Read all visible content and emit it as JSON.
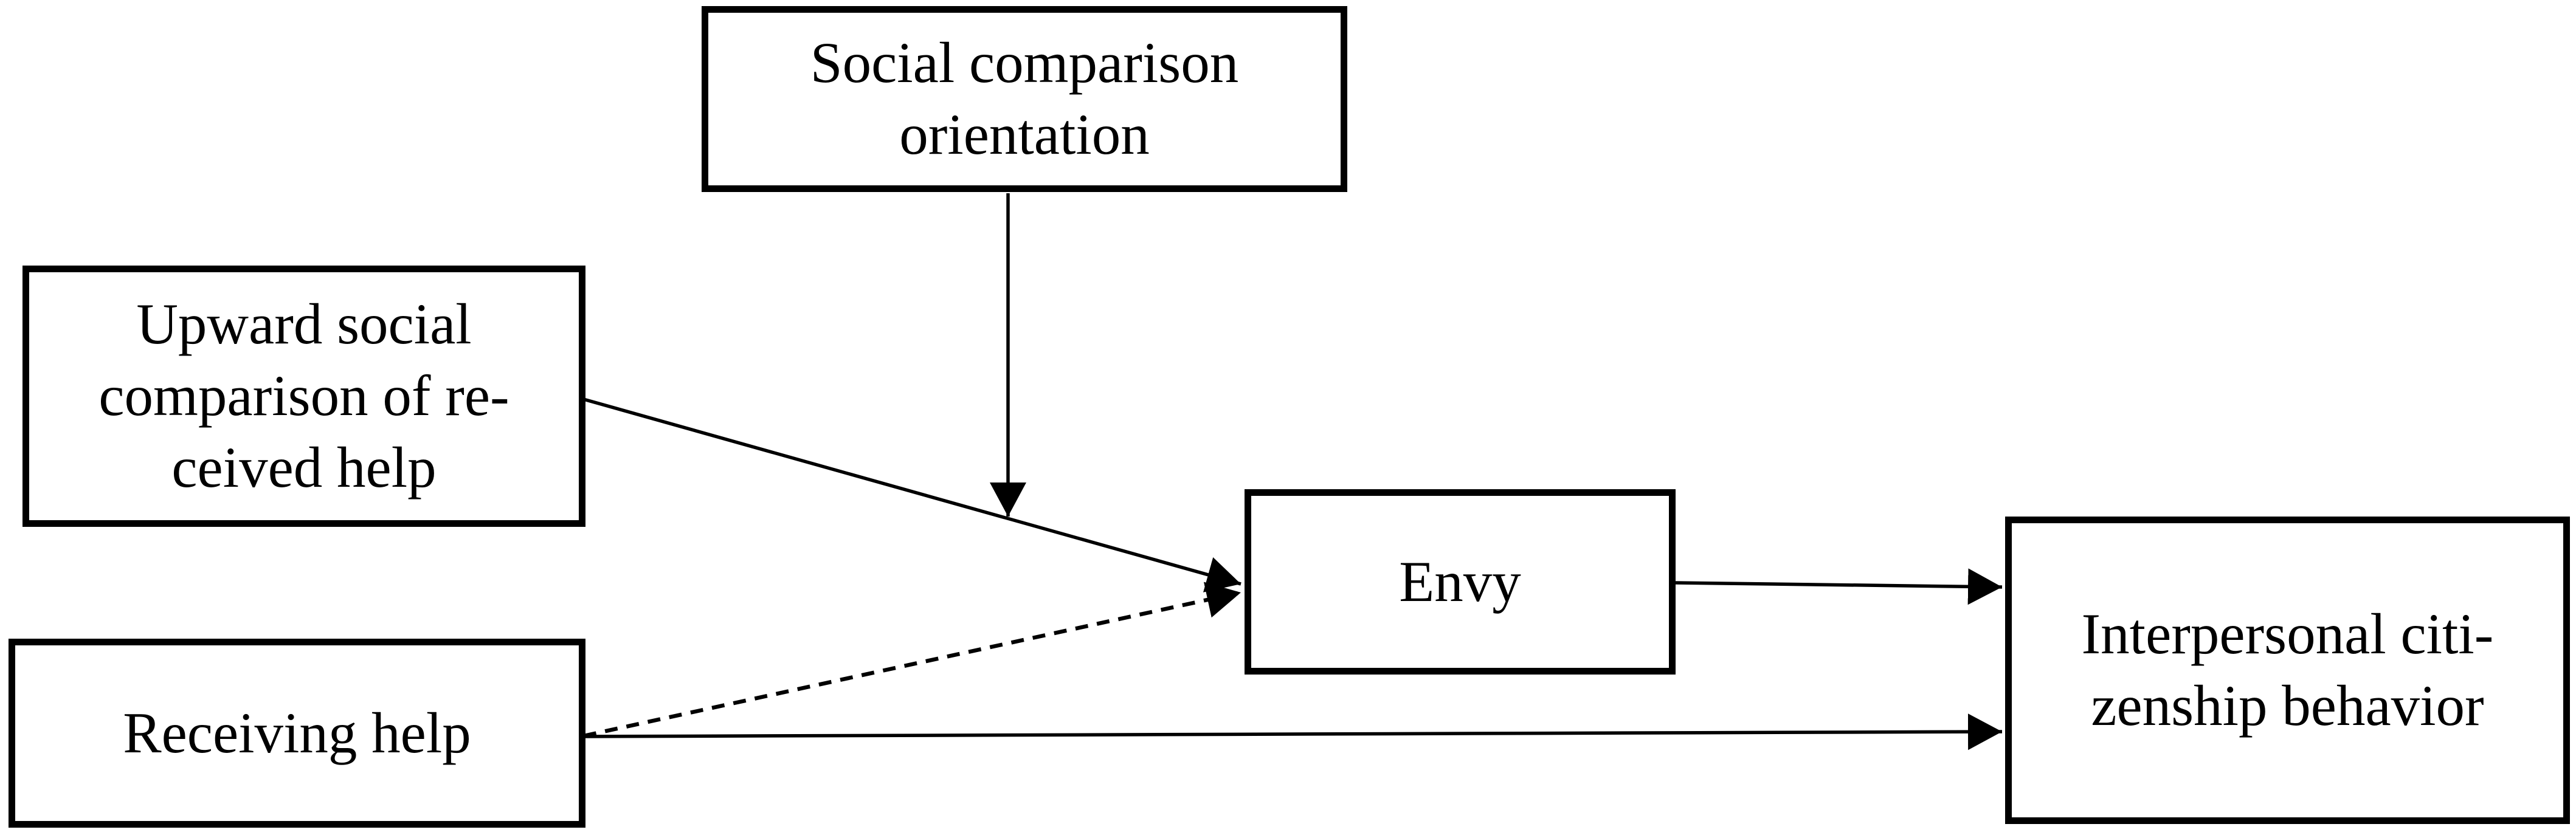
{
  "figure": {
    "type": "path-model-diagram",
    "background_color": "#ffffff",
    "line_color": "#000000",
    "nodes": [
      {
        "id": "social-comparison-orientation",
        "label": "Social comparison\norientation"
      },
      {
        "id": "upward-social-comparison-of-received-help",
        "label": "Upward social\ncomparison of re-\nceived help"
      },
      {
        "id": "receiving-help",
        "label": "Receiving help"
      },
      {
        "id": "envy",
        "label": "Envy"
      },
      {
        "id": "interpersonal-citizenship-behavior",
        "label": "Interpersonal citi-\nzenship behavior"
      }
    ],
    "edges": [
      {
        "from": "upward-social-comparison-of-received-help",
        "to": "envy",
        "line_style": "solid",
        "arrowhead": "filled-triangle"
      },
      {
        "from": "receiving-help",
        "to": "envy",
        "line_style": "dashed",
        "arrowhead": "filled-triangle"
      },
      {
        "from": "social-comparison-orientation",
        "to": "line-between-upward-social-comparison-and-envy",
        "line_style": "solid",
        "arrowhead": "filled-triangle"
      },
      {
        "from": "receiving-help",
        "to": "interpersonal-citizenship-behavior",
        "line_style": "solid",
        "arrowhead": "filled-triangle"
      },
      {
        "from": "envy",
        "to": "interpersonal-citizenship-behavior",
        "line_style": "solid",
        "arrowhead": "filled-triangle"
      }
    ]
  }
}
